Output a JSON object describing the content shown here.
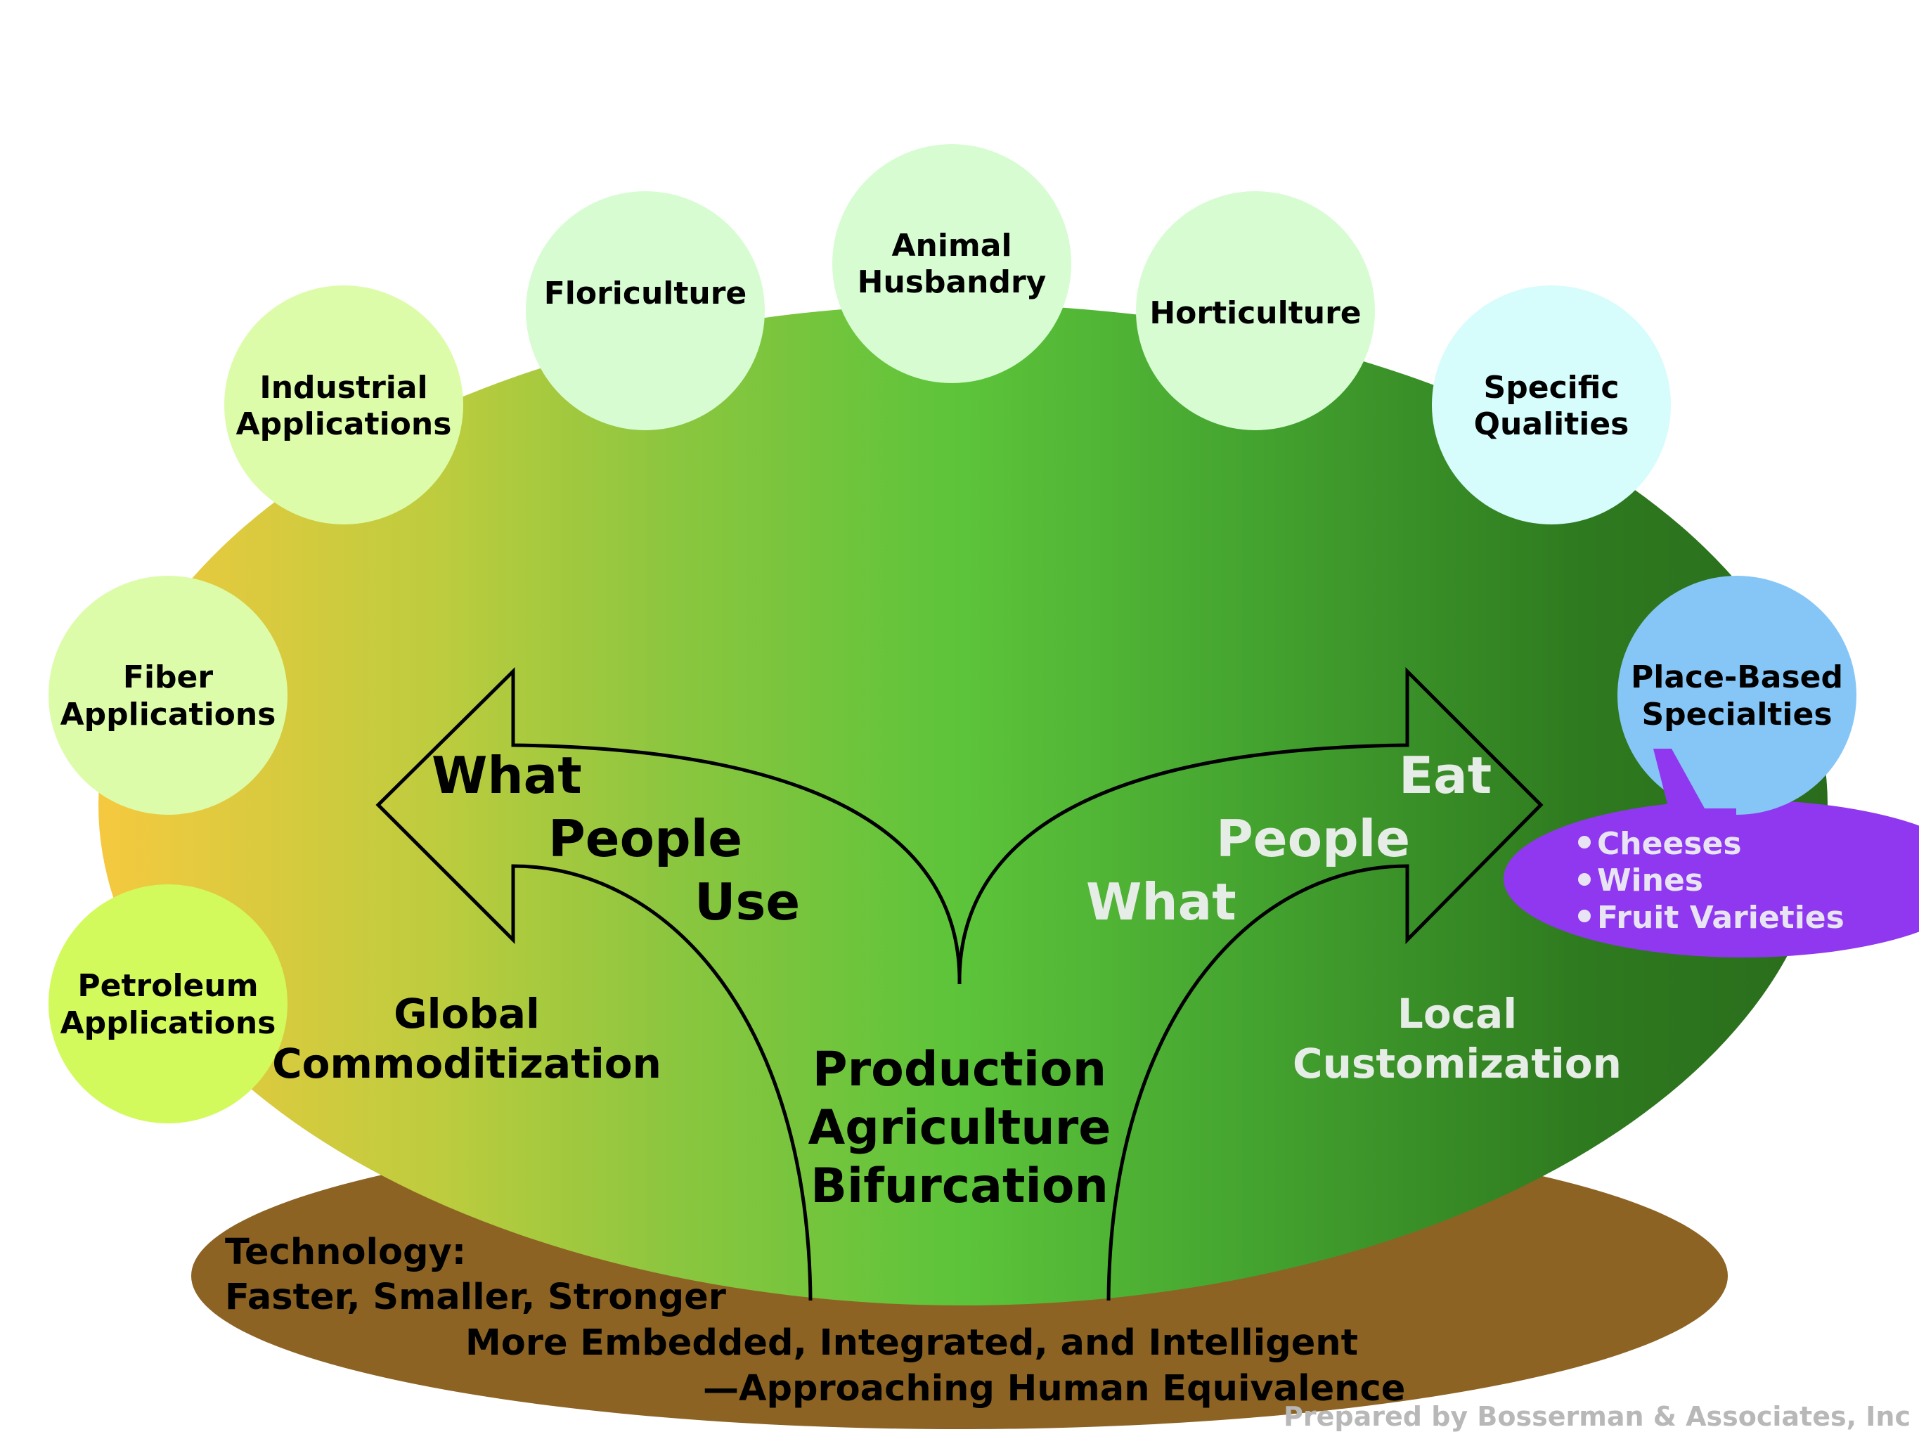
{
  "colors": {
    "ellipse_gradient": [
      "#f5c93f",
      "#bccc3e",
      "#8cc63f",
      "#5cc43a",
      "#45a530",
      "#2e7a1f",
      "#2a6c1c"
    ],
    "ground": "#8c6323",
    "circle_green": "#d7fcd2",
    "circle_lime": "#ddfcaa",
    "circle_yellowlime": "#d2fa5c",
    "circle_cyan": "#d7fcfc",
    "circle_blue": "#85c6f7",
    "bubble_purple": "#8f38f0",
    "text_light": "#e6ece6",
    "credit": "#b8b8b8"
  },
  "circles": {
    "industrial": [
      "Industrial",
      "Applications"
    ],
    "floriculture": [
      "Floriculture"
    ],
    "animal": [
      "Animal",
      "Husbandry"
    ],
    "horticulture": [
      "Horticulture"
    ],
    "specific": [
      "Specific",
      "Qualities"
    ],
    "fiber": [
      "Fiber",
      "Applications"
    ],
    "place": [
      "Place-Based",
      "Specialties"
    ],
    "petroleum": [
      "Petroleum",
      "Applications"
    ]
  },
  "callout": {
    "items": [
      "Cheeses",
      "Wines",
      "Fruit Varieties"
    ]
  },
  "left_arrow": {
    "words": [
      "What",
      "People",
      "Use"
    ]
  },
  "right_arrow": {
    "words": [
      "Eat",
      "People",
      "What"
    ]
  },
  "global": [
    "Global",
    "Commoditization"
  ],
  "local": [
    "Local",
    "Customization"
  ],
  "center": [
    "Production",
    "Agriculture",
    "Bifurcation"
  ],
  "technology": [
    "Technology:",
    "Faster, Smaller, Stronger",
    "More Embedded, Integrated, and Intelligent",
    "—Approaching Human Equivalence"
  ],
  "credit": "Prepared by Bosserman & Associates, Inc"
}
